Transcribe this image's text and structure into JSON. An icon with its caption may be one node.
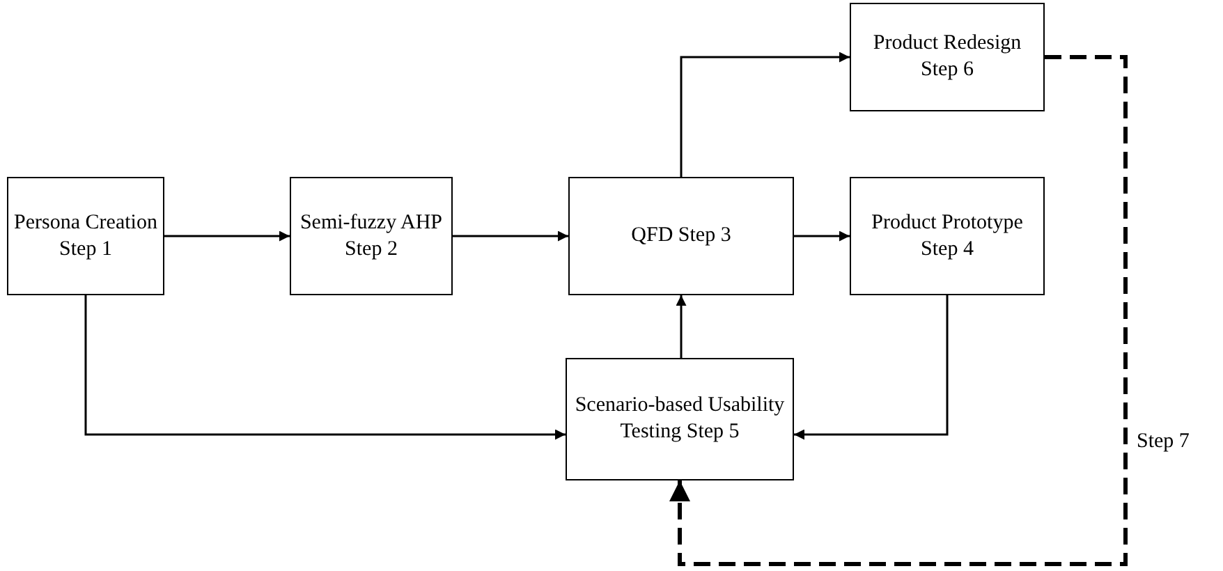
{
  "diagram": {
    "nodes": [
      {
        "text": [
          "Persona Creation Step 1"
        ]
      },
      {
        "text": [
          "Semi-fuzzy AHP Step 2"
        ]
      },
      {
        "text": [
          "QFD Step 3"
        ]
      },
      {
        "text": [
          "Product Redesign Step 6"
        ]
      },
      {
        "text": [
          "Product Prototype Step 4"
        ]
      },
      {
        "text": [
          "Scenario-based Usability Testing Step 5"
        ]
      }
    ],
    "edges": [
      {
        "from": 0,
        "to": 1,
        "arrow": "to"
      },
      {
        "from": 1,
        "to": 2,
        "arrow": "to"
      },
      {
        "from": 2,
        "to": 3,
        "arrow": "to"
      },
      {
        "from": 2,
        "to": 4,
        "arrow": "to"
      },
      {
        "from": 5,
        "to": 2,
        "arrow": "to"
      },
      {
        "from": 0,
        "to": 5,
        "arrow": "to"
      },
      {
        "from": 4,
        "to": 5,
        "arrow": "to"
      },
      {
        "from": 3,
        "to": 5,
        "arrow": "to",
        "style": "dashed",
        "label": "Step 7"
      }
    ]
  }
}
